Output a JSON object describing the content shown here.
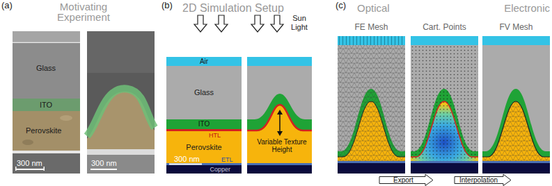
{
  "diagram": {
    "nodes": [
      {
        "text": [
          "Air"
        ]
      },
      {
        "text": [
          "Glass"
        ]
      },
      {
        "text": [
          "ITO"
        ]
      },
      {
        "text": [
          "Perovskite"
        ]
      },
      {
        "text": [
          "Copper"
        ]
      },
      {
        "text": [
          "FE Mesh"
        ]
      },
      {
        "text": [
          "Cart. Points"
        ]
      },
      {
        "text": [
          "FV Mesh"
        ]
      }
    ],
    "labels": [
      "(a)",
      "Motivating Experiment",
      "Glass",
      "ITO",
      "Perovskite",
      "300 nm",
      "300 nm",
      "(b)",
      "2D Simulation Setup",
      "Sun Light",
      "HTL",
      "ETL",
      "300 nm",
      "Variable Texture Height",
      "(c)",
      "Optical",
      "Electronic",
      "Export",
      "Interpolation"
    ]
  }
}
